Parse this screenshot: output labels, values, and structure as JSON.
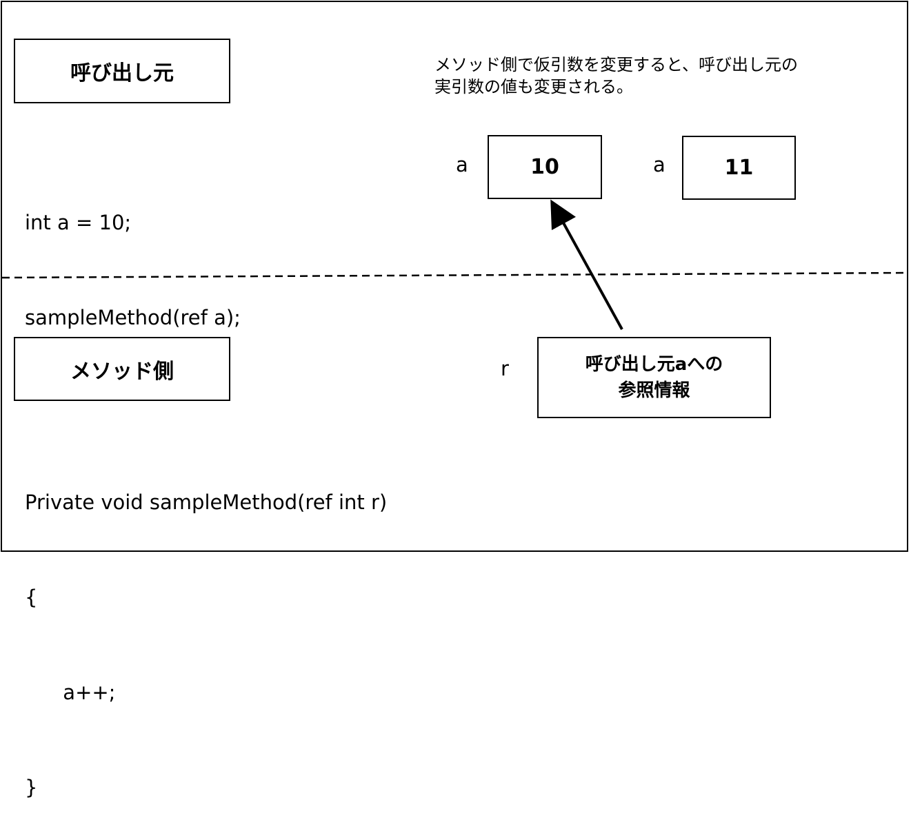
{
  "caller": {
    "title": "呼び出し元",
    "code": [
      "int a = 10;",
      "sampleMethod(ref a);"
    ]
  },
  "method": {
    "title": "メソッド側",
    "code": [
      "Private void sampleMethod(ref int r)",
      "{",
      "      a++;",
      "}"
    ]
  },
  "note": {
    "line1": "メソッド側で仮引数を変更すると、呼び出し元の",
    "line2": "実引数の値も変更される。"
  },
  "variables": {
    "before": {
      "name": "a",
      "value": "10"
    },
    "after": {
      "name": "a",
      "value": "11"
    },
    "ref": {
      "name": "r",
      "line1": "呼び出し元aへの",
      "line2": "参照情報"
    }
  }
}
